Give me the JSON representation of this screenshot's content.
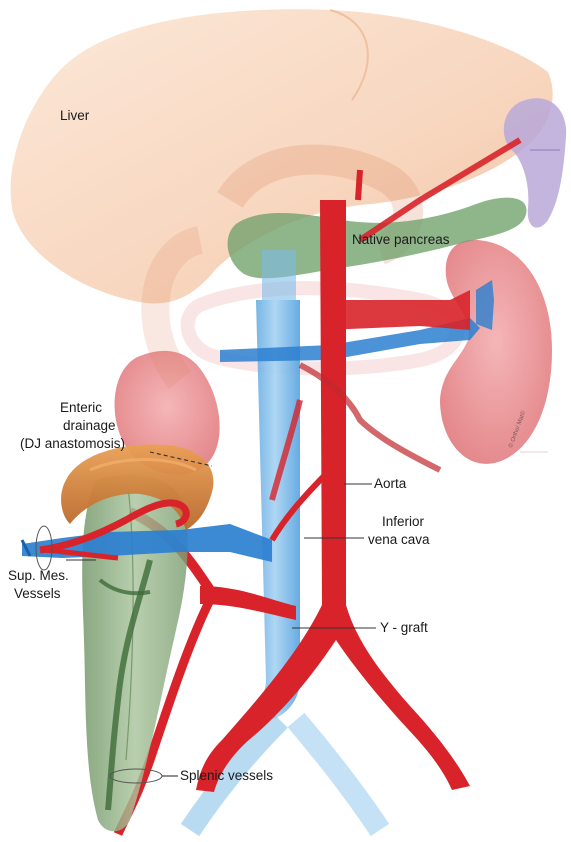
{
  "figure": {
    "labels": {
      "liver": "Liver",
      "native_pancreas": "Native pancreas",
      "enteric_line1": "Enteric",
      "enteric_line2": "drainage",
      "enteric_line3": "(DJ anastomosis)",
      "aorta": "Aorta",
      "ivc_line1": "Inferior",
      "ivc_line2": "vena cava",
      "sup_mes_line1": "Sup. Mes.",
      "sup_mes_line2": "Vessels",
      "y_graft": "Y - graft",
      "splenic": "Splenic vessels"
    },
    "signature": "© Ortho/ Mat©"
  },
  "colors": {
    "liver": "#f4c8a8",
    "kidney": "#e9898c",
    "native_pancreas": "#6fa06a",
    "graft_pancreas": "#7fa274",
    "duodenum": "#d88a3e",
    "artery": "#d8232a",
    "vein": "#2b7fd0",
    "ivc": "#7ebde8",
    "spleen": "#b9a8d8"
  }
}
